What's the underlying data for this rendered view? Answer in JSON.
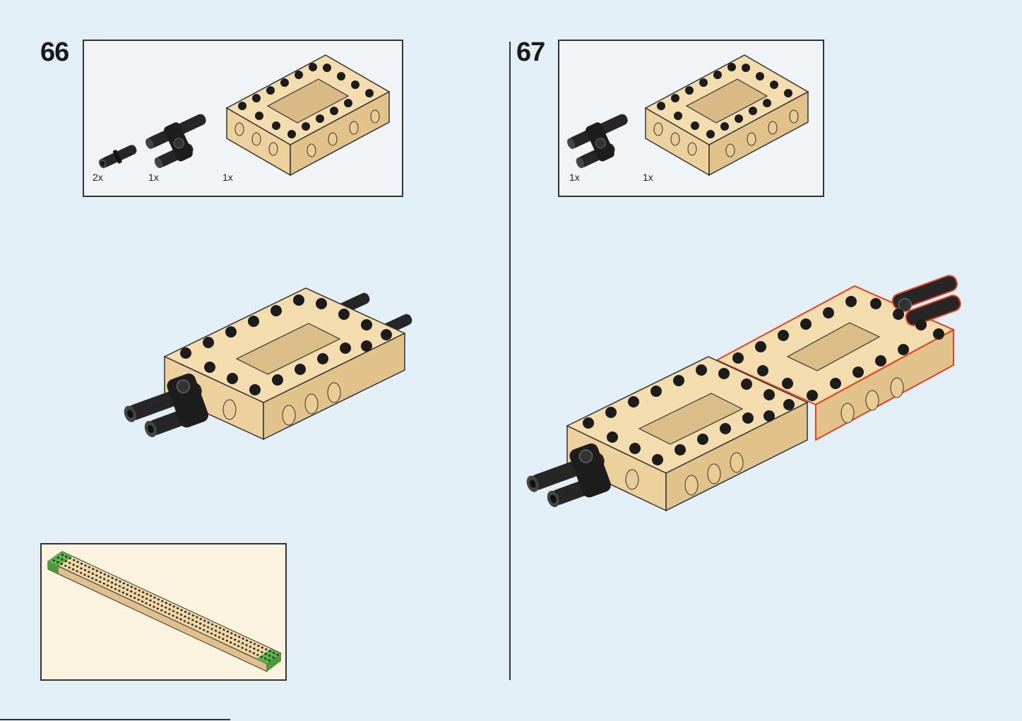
{
  "steps": [
    {
      "number": "66",
      "parts": [
        {
          "qty": "2x",
          "part": "black-friction-pin"
        },
        {
          "qty": "1x",
          "part": "black-double-pin-connector"
        },
        {
          "qty": "1x",
          "part": "tan-open-frame-brick"
        }
      ]
    },
    {
      "number": "67",
      "parts": [
        {
          "qty": "1x",
          "part": "black-double-pin-connector"
        },
        {
          "qty": "1x",
          "part": "tan-open-frame-brick"
        }
      ]
    }
  ],
  "colors": {
    "background": "#e3eff7",
    "tan": "#f0d6a3",
    "tan_dark": "#d8b986",
    "black_part": "#262626",
    "highlight": "#e1411f",
    "overview_bg": "#fbf3df",
    "green_end": "#5cb54a"
  }
}
